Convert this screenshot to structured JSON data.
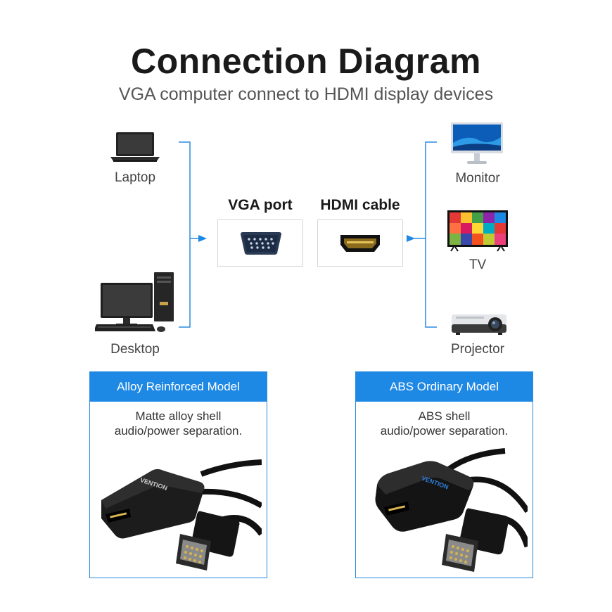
{
  "header": {
    "title": "Connection Diagram",
    "subtitle": "VGA computer connect to HDMI display devices"
  },
  "sources": [
    {
      "label": "Laptop",
      "icon": "laptop-icon"
    },
    {
      "label": "Desktop",
      "icon": "desktop-computer-icon"
    }
  ],
  "middle": {
    "vga_label": "VGA port",
    "hdmi_label": "HDMI cable"
  },
  "displays": [
    {
      "label": "Monitor",
      "icon": "monitor-icon"
    },
    {
      "label": "TV",
      "icon": "tv-icon"
    },
    {
      "label": "Projector",
      "icon": "projector-icon"
    }
  ],
  "models": [
    {
      "title": "Alloy Reinforced Model",
      "line1": "Matte alloy shell",
      "line2": "audio/power separation.",
      "brand": "VENTION"
    },
    {
      "title": "ABS Ordinary Model",
      "line1": "ABS shell",
      "line2": "audio/power separation.",
      "brand": "VENTION"
    }
  ],
  "colors": {
    "accent": "#1e88e5",
    "bracket": "#2a8be0",
    "text": "#333333"
  }
}
